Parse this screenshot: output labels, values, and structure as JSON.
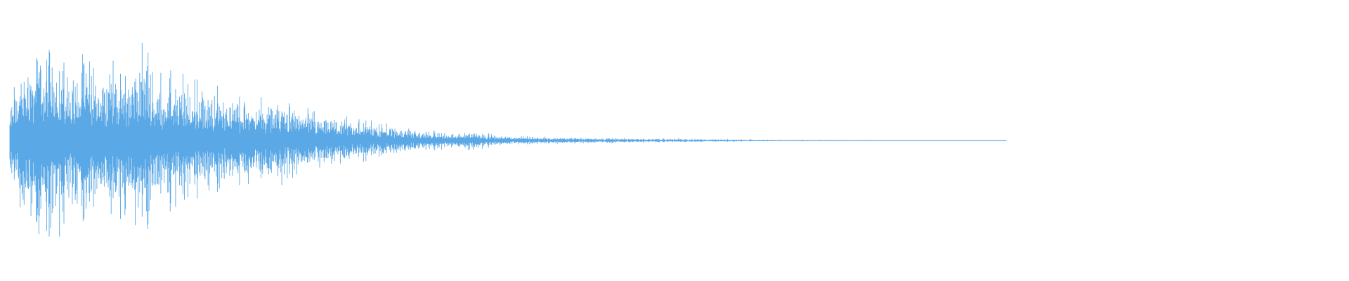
{
  "waveform": {
    "color": "#5aa8e6",
    "background": "#ffffff",
    "envelope": [
      [
        0.0,
        0.4
      ],
      [
        0.01,
        0.8
      ],
      [
        0.02,
        1.0
      ],
      [
        0.03,
        0.92
      ],
      [
        0.045,
        0.82
      ],
      [
        0.06,
        0.78
      ],
      [
        0.075,
        0.74
      ],
      [
        0.09,
        0.72
      ],
      [
        0.1,
        0.92
      ],
      [
        0.11,
        0.66
      ],
      [
        0.125,
        0.62
      ],
      [
        0.14,
        0.55
      ],
      [
        0.155,
        0.5
      ],
      [
        0.17,
        0.44
      ],
      [
        0.185,
        0.4
      ],
      [
        0.2,
        0.44
      ],
      [
        0.215,
        0.32
      ],
      [
        0.23,
        0.27
      ],
      [
        0.245,
        0.24
      ],
      [
        0.26,
        0.2
      ],
      [
        0.275,
        0.18
      ],
      [
        0.29,
        0.15
      ],
      [
        0.305,
        0.11
      ],
      [
        0.32,
        0.09
      ],
      [
        0.335,
        0.07
      ],
      [
        0.35,
        0.1
      ],
      [
        0.365,
        0.05
      ],
      [
        0.38,
        0.045
      ],
      [
        0.4,
        0.035
      ],
      [
        0.42,
        0.03
      ],
      [
        0.44,
        0.025
      ],
      [
        0.46,
        0.025
      ],
      [
        0.48,
        0.02
      ],
      [
        0.5,
        0.02
      ],
      [
        0.52,
        0.015
      ],
      [
        0.54,
        0.012
      ],
      [
        0.56,
        0.01
      ],
      [
        0.58,
        0.008
      ],
      [
        0.6,
        0.007
      ],
      [
        0.62,
        0.006
      ],
      [
        0.64,
        0.005
      ],
      [
        0.66,
        0.004
      ],
      [
        0.68,
        0.003
      ],
      [
        0.7,
        0.003
      ],
      [
        0.72,
        0.002
      ],
      [
        0.745,
        0.002
      ],
      [
        0.75,
        0.0
      ],
      [
        1.0,
        0.0
      ]
    ]
  }
}
